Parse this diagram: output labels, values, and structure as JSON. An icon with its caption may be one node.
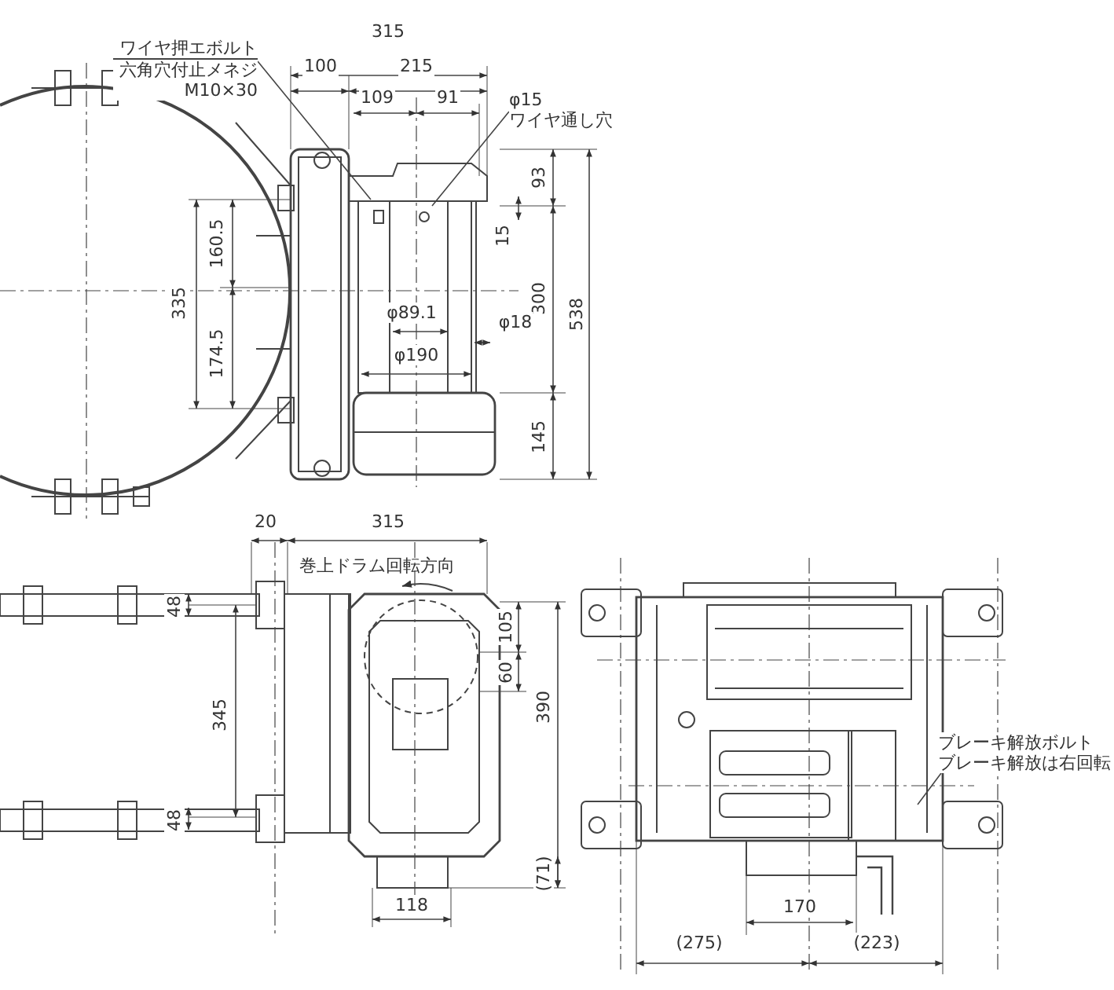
{
  "diagram": {
    "nodes": [
      {
        "text": [
          "ワイヤ押エボルト",
          "六角穴付止メネジ M10×30"
        ]
      },
      {
        "text": [
          "φ15",
          "ワイヤ通し穴"
        ]
      },
      {
        "text": [
          "ブレーキ解放ボルト",
          "ブレーキ解放は右回転"
        ]
      }
    ],
    "edges": [
      {
        "from": 0,
        "to": null,
        "arrow": "none"
      },
      {
        "from": 1,
        "to": null,
        "arrow": "none"
      },
      {
        "from": 2,
        "to": null,
        "arrow": "none"
      }
    ],
    "labels": [
      "315",
      "100",
      "215",
      "109",
      "91",
      "93",
      "15",
      "160.5",
      "335",
      "174.5",
      "300",
      "538",
      "φ89.1",
      "φ18",
      "φ190",
      "145",
      "20",
      "315",
      "巻上ドラム回転方向",
      "105",
      "60",
      "48",
      "345",
      "390",
      "48",
      "(71)",
      "118",
      "170",
      "(275)",
      "(223)"
    ]
  }
}
